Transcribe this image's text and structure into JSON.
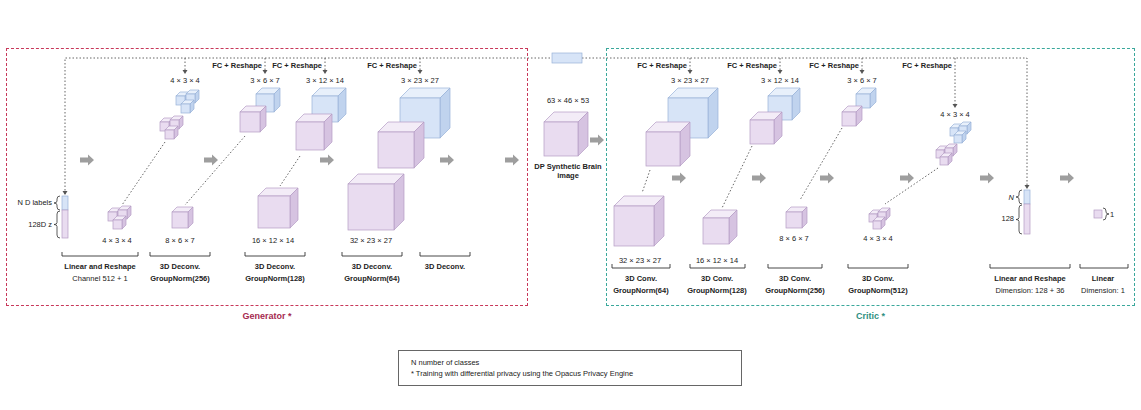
{
  "diagram": {
    "nodes": [
      {
        "text": [
          "Generator *"
        ]
      },
      {
        "text": [
          "63 × 46 × 53",
          "DP Synthetic Brain image"
        ]
      },
      {
        "text": [
          "Critic *"
        ]
      },
      {
        "text": [
          "N number of classes",
          "* Training with differential privacy using the Opacus Privacy Engine"
        ]
      }
    ],
    "labels": [
      "FC + Reshape",
      "FC + Reshape",
      "FC + Reshape",
      "4 × 3 × 4",
      "3 × 6 × 7",
      "3 × 12 × 14",
      "3 × 23 × 27",
      "N D labels",
      "128D z",
      "4 × 3 × 4",
      "8 × 6 × 7",
      "16 × 12 × 14",
      "32 × 23 × 27",
      "Linear and Reshape",
      "Channel 512 + 1",
      "3D Deconv.",
      "GroupNorm(256)",
      "3D Deconv.",
      "GroupNorm(128)",
      "3D Deconv.",
      "GroupNorm(64)",
      "3D Deconv.",
      "FC + Reshape",
      "FC + Reshape",
      "FC + Reshape",
      "FC + Reshape",
      "3 × 23 × 27",
      "3 × 12 × 14",
      "3 × 6 × 7",
      "4 × 3 × 4",
      "32 × 23 × 27",
      "16 × 12 × 14",
      "8 × 6 × 7",
      "4 × 3 × 4",
      "N",
      "128",
      "1",
      "3D Conv.",
      "GroupNorm(64)",
      "3D Conv.",
      "GroupNorm(128)",
      "3D Conv.",
      "GroupNorm(256)",
      "3D Conv.",
      "GroupNorm(512)",
      "Linear and Reshape",
      "Dimension: 128 + 36",
      "Linear",
      "Dimension: 1"
    ]
  }
}
